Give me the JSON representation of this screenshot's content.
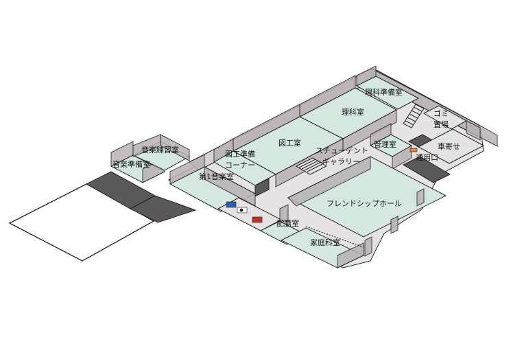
{
  "rooms": {
    "rika_junbi": "理科準備室",
    "rika": "理科室",
    "gomi_1": "ゴミ",
    "gomi_2": "置場",
    "zuko": "図工室",
    "zuko_junbi_1": "図工準備",
    "zuko_junbi_2": "コーナー",
    "student_gallery_1": "スチューデント",
    "student_gallery_2": "ギャラリー",
    "kanri": "管理室",
    "kuruma": "車寄せ",
    "tsuyo": "通用口",
    "ongaku_renshu": "音楽練習室",
    "ongaku_junbi": "音楽準備室",
    "ongaku_1": "第1音楽室",
    "friendship_hall": "フレンドシップホール",
    "haizen": "配膳室",
    "katei": "家庭科室"
  },
  "colors": {
    "room_floor": "#d5e8e0",
    "wall": "#d7d2d4",
    "dark_floor": "#5b5859",
    "accent_orange": "#e8862a",
    "restroom_blue": "#2f5fb0",
    "restroom_red": "#c0302a"
  },
  "icons": [
    "restroom-icon",
    "wheelchair-icon",
    "stairs-icon",
    "door-icon"
  ]
}
